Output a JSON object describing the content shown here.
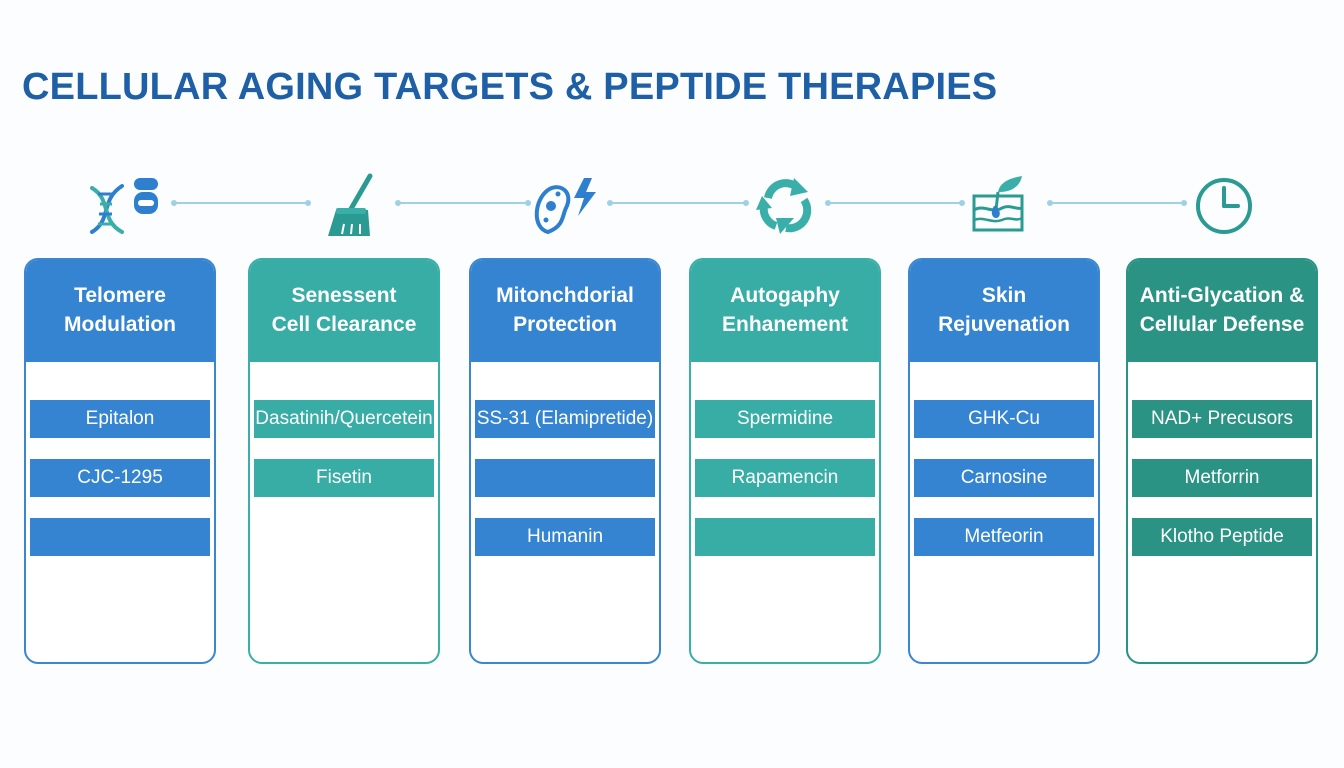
{
  "title": "CELLULAR AGING TARGETS & PEPTIDE THERAPIES",
  "colors": {
    "title": "#1e5fa6",
    "blue": "#3584d1",
    "teal": "#37ada6",
    "dark_teal": "#2a9383",
    "connector": "#9fd0e6"
  },
  "icons": [
    "dna-icon",
    "broom-icon",
    "mitochondria-icon",
    "recycle-icon",
    "skin-icon",
    "clock-icon"
  ],
  "columns": [
    {
      "header": "Telomere\nModulation",
      "color": "blue",
      "items": [
        "Epitalon",
        "CJC-1295",
        ""
      ]
    },
    {
      "header": "Senessent\nCell Clearance",
      "color": "teal",
      "items": [
        "Dasatinih/Quercetein",
        "Fisetin"
      ]
    },
    {
      "header": "Mitonchdorial\nProtection",
      "color": "blue",
      "items": [
        "SS-31 (Elamipretide)",
        "",
        "Humanin"
      ]
    },
    {
      "header": "Autogaphy\nEnhanement",
      "color": "teal",
      "items": [
        "Spermidine",
        "Rapamencin",
        ""
      ]
    },
    {
      "header": "Skin\nRejuvenation",
      "color": "blue",
      "items": [
        "GHK-Cu",
        "Carnosine",
        "Metfeorin"
      ]
    },
    {
      "header": "Anti-Glycation &\nCellular Defense",
      "color": "dark_teal",
      "items": [
        "NAD+ Precusors",
        "Metforrin",
        "Klotho Peptide"
      ]
    }
  ]
}
